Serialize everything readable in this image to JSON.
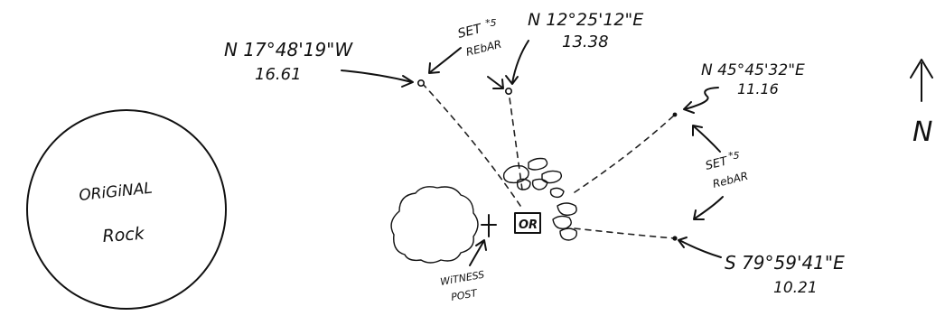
{
  "rock": {
    "line1": "ORiGiNAL",
    "line2": "Rock"
  },
  "bearings": {
    "nw": {
      "bearing": "N 17°48'19\"W",
      "distance": "16.61"
    },
    "n": {
      "bearing": "N 12°25'12\"E",
      "distance": "13.38"
    },
    "ne": {
      "bearing": "N 45°45'32\"E",
      "distance": "11.16"
    },
    "se": {
      "bearing": "S 79°59'41\"E",
      "distance": "10.21"
    }
  },
  "rebar_top": {
    "line1": "SET",
    "sup": "*5",
    "line2": "REbAR"
  },
  "rebar_right": {
    "line1": "SET",
    "sup": "*5",
    "line2": "RebAR"
  },
  "origin_box": "OR",
  "witness_post": {
    "line1": "WiTNESS",
    "line2": "POST"
  },
  "north_label": "N"
}
